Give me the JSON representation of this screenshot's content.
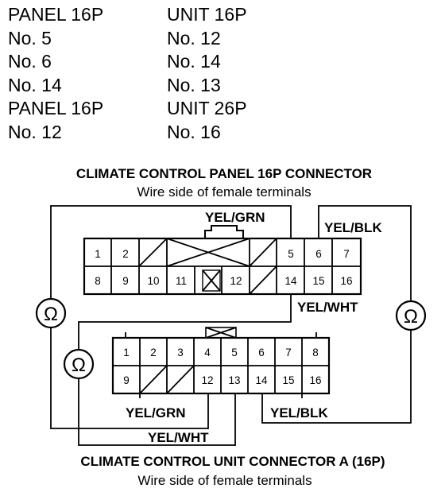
{
  "pin_table": {
    "left": [
      "PANEL 16P",
      "No. 5",
      "No. 6",
      "No. 14",
      "PANEL 16P",
      "No. 12"
    ],
    "right": [
      "UNIT 16P",
      "No. 12",
      "No. 14",
      "No. 13",
      "UNIT 26P",
      "No. 16"
    ]
  },
  "panel_connector": {
    "title": "CLIMATE CONTROL PANEL 16P CONNECTOR",
    "subtitle": "Wire side of female terminals",
    "top_row": [
      "1",
      "2",
      "",
      "",
      "",
      "",
      "5",
      "6",
      "7"
    ],
    "bottom_row": [
      "8",
      "9",
      "10",
      "11",
      "",
      "12",
      "",
      "14",
      "15",
      "16"
    ]
  },
  "unit_connector": {
    "title": "CLIMATE CONTROL UNIT CONNECTOR A (16P)",
    "subtitle": "Wire side of female terminals",
    "top_row": [
      "1",
      "2",
      "3",
      "4",
      "5",
      "6",
      "7",
      "8"
    ],
    "bottom_row": [
      "9",
      "",
      "",
      "12",
      "13",
      "14",
      "15",
      "16"
    ]
  },
  "wires": {
    "panel_yel_grn": "YEL/GRN",
    "panel_yel_blk": "YEL/BLK",
    "panel_yel_wht": "YEL/WHT",
    "unit_yel_grn": "YEL/GRN",
    "unit_yel_blk": "YEL/BLK",
    "unit_yel_wht": "YEL/WHT"
  },
  "meter_symbol": "Ω",
  "colors": {
    "ink": "#000000",
    "paper": "#ffffff"
  }
}
